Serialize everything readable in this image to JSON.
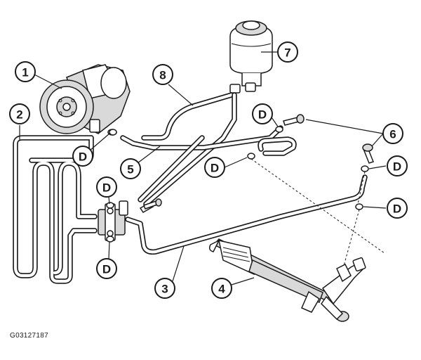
{
  "figure_code": "G03127187",
  "callouts": {
    "c1": "1",
    "c2": "2",
    "c3": "3",
    "c4": "4",
    "c5": "5",
    "c6": "6",
    "c7": "7",
    "c8": "8",
    "d1": "D",
    "d2": "D",
    "d3": "D",
    "d4": "D",
    "d5": "D",
    "d6": "D",
    "d7": "D"
  },
  "line_color": "#1a1a1a"
}
